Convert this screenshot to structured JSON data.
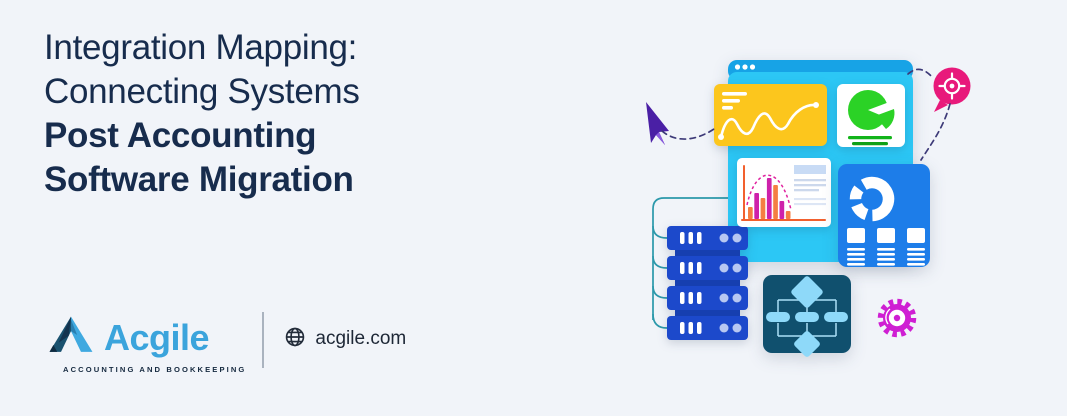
{
  "page": {
    "background_color": "#f1f4f9"
  },
  "title": {
    "color": "#172c4d",
    "lines": [
      {
        "text": "Integration Mapping:",
        "bold": false
      },
      {
        "text": "Connecting Systems",
        "bold": false
      },
      {
        "text": "Post Accounting",
        "bold": true
      },
      {
        "text": "Software Migration",
        "bold": true
      }
    ]
  },
  "brand": {
    "name": "Acgile",
    "name_color": "#3ba4dc",
    "tagline": "ACCOUNTING AND BOOKKEEPING",
    "logo_icon": "acgile-a-logo",
    "website": "acgile.com",
    "website_icon": "globe-icon",
    "website_text_color": "#1d2736"
  },
  "illustration": {
    "elements": [
      "browser-window",
      "line-chart-card",
      "pie-chart-card",
      "histogram-card",
      "donut-stats-card",
      "flowchart-card",
      "server-stack",
      "gear-icon",
      "target-pin-icon",
      "cursor-arrow-icon",
      "dashed-connectors",
      "teal-connectors"
    ],
    "histogram": {
      "bars": [
        {
          "h": 12,
          "color": "orange"
        },
        {
          "h": 26,
          "color": "magenta"
        },
        {
          "h": 21,
          "color": "orange"
        },
        {
          "h": 41,
          "color": "magenta"
        },
        {
          "h": 34,
          "color": "orange"
        },
        {
          "h": 18,
          "color": "magenta"
        },
        {
          "h": 8,
          "color": "orange"
        }
      ]
    },
    "server_stack": {
      "unit_count": 4
    },
    "colors": {
      "browser_bar": "#17a3e6",
      "browser_body": "#2cc7f5",
      "line_chart_card": "#fcc61d",
      "pie_green": "#2bd226",
      "pie_line_green": "#12b41a",
      "histogram_orange": "#f57e42",
      "histogram_magenta": "#ce21aa",
      "histogram_axis": "#f2602e",
      "donut_card_blue": "#1d7de9",
      "flowchart_card": "#10506e",
      "flowchart_shape": "#8ed9f9",
      "server_blue": "#1c49cb",
      "gear_magenta": "#cf1fd3",
      "target_pink": "#e8197b",
      "cursor_purple": "#4a1fa5",
      "teal_line": "#2b99ab",
      "dash_line": "#3d3a78"
    }
  }
}
